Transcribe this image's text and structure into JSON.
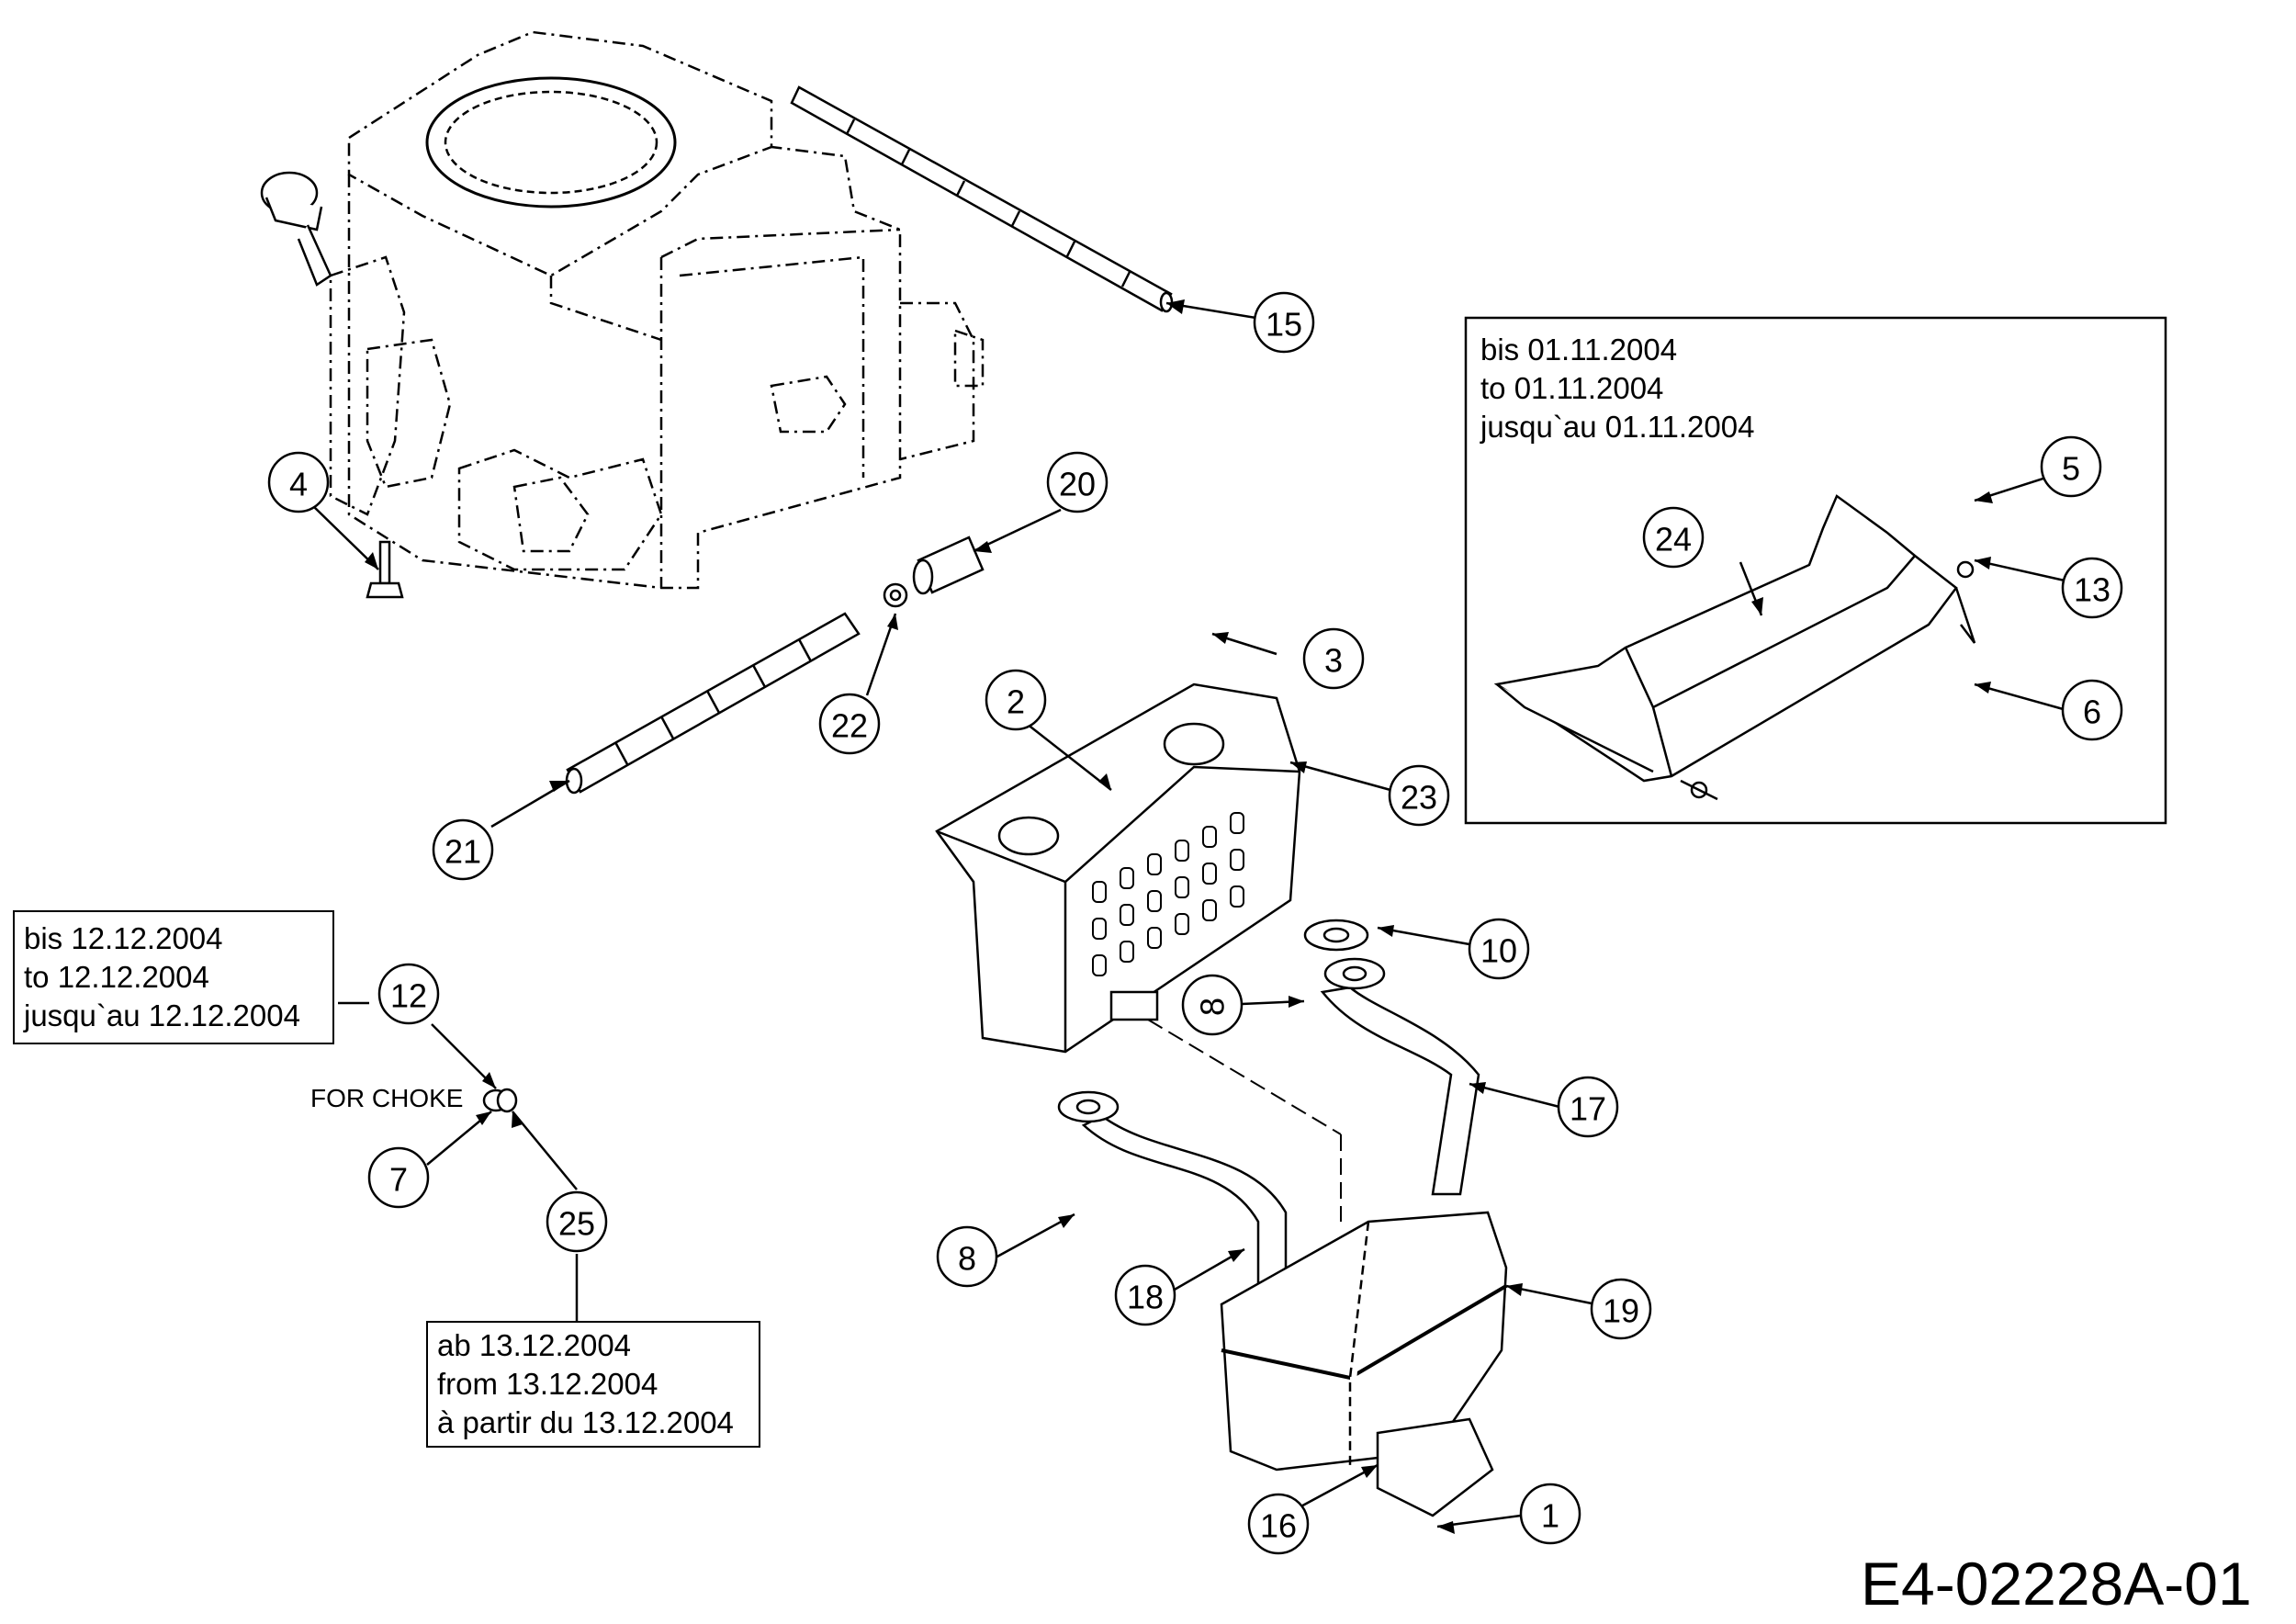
{
  "diagram_code": "E4-02228A-01",
  "note_until_2004_11": [
    "bis 01.11.2004",
    "to 01.11.2004",
    "jusqu`au 01.11.2004"
  ],
  "note_until_2004_12": [
    "bis 12.12.2004",
    "to 12.12.2004",
    "jusqu`au 12.12.2004"
  ],
  "note_from_2004_12": [
    "ab 13.12.2004",
    "from 13.12.2004",
    "à partir du 13.12.2004"
  ],
  "choke_label": "FOR CHOKE",
  "callouts": [
    "1",
    "2",
    "3",
    "4",
    "5",
    "6",
    "7",
    "8",
    "8",
    "10",
    "12",
    "13",
    "15",
    "16",
    "17",
    "18",
    "19",
    "20",
    "21",
    "22",
    "23",
    "24",
    "25"
  ]
}
